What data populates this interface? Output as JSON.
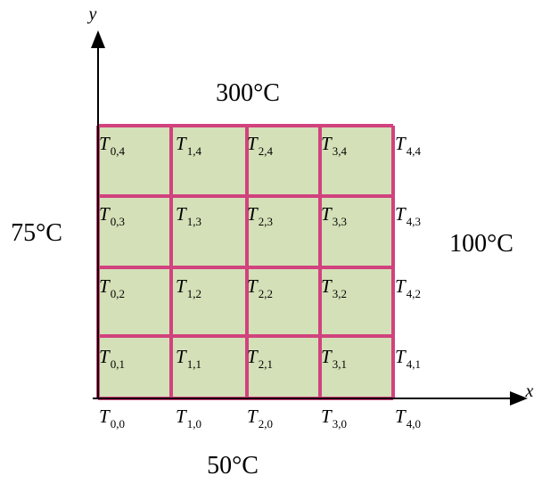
{
  "diagram": {
    "axes": {
      "x_label": "x",
      "y_label": "y"
    },
    "grid": {
      "columns": 4,
      "rows": 4,
      "fill_color": "#d4e0b7",
      "line_color": "#d1427e"
    },
    "boundaries": {
      "top": "300°C",
      "left": "75°C",
      "right": "100°C",
      "bottom": "50°C"
    },
    "nodes": [
      {
        "i": 0,
        "j": 4,
        "symbol": "T",
        "subscript": "0,4"
      },
      {
        "i": 1,
        "j": 4,
        "symbol": "T",
        "subscript": "1,4"
      },
      {
        "i": 2,
        "j": 4,
        "symbol": "T",
        "subscript": "2,4"
      },
      {
        "i": 3,
        "j": 4,
        "symbol": "T",
        "subscript": "3,4"
      },
      {
        "i": 4,
        "j": 4,
        "symbol": "T",
        "subscript": "4,4"
      },
      {
        "i": 0,
        "j": 3,
        "symbol": "T",
        "subscript": "0,3"
      },
      {
        "i": 1,
        "j": 3,
        "symbol": "T",
        "subscript": "1,3"
      },
      {
        "i": 2,
        "j": 3,
        "symbol": "T",
        "subscript": "2,3"
      },
      {
        "i": 3,
        "j": 3,
        "symbol": "T",
        "subscript": "3,3"
      },
      {
        "i": 4,
        "j": 3,
        "symbol": "T",
        "subscript": "4,3"
      },
      {
        "i": 0,
        "j": 2,
        "symbol": "T",
        "subscript": "0,2"
      },
      {
        "i": 1,
        "j": 2,
        "symbol": "T",
        "subscript": "1,2"
      },
      {
        "i": 2,
        "j": 2,
        "symbol": "T",
        "subscript": "2,2"
      },
      {
        "i": 3,
        "j": 2,
        "symbol": "T",
        "subscript": "3,2"
      },
      {
        "i": 4,
        "j": 2,
        "symbol": "T",
        "subscript": "4,2"
      },
      {
        "i": 0,
        "j": 1,
        "symbol": "T",
        "subscript": "0,1"
      },
      {
        "i": 1,
        "j": 1,
        "symbol": "T",
        "subscript": "1,1"
      },
      {
        "i": 2,
        "j": 1,
        "symbol": "T",
        "subscript": "2,1"
      },
      {
        "i": 3,
        "j": 1,
        "symbol": "T",
        "subscript": "3,1"
      },
      {
        "i": 4,
        "j": 1,
        "symbol": "T",
        "subscript": "4,1"
      },
      {
        "i": 0,
        "j": 0,
        "symbol": "T",
        "subscript": "0,0"
      },
      {
        "i": 1,
        "j": 0,
        "symbol": "T",
        "subscript": "1,0"
      },
      {
        "i": 2,
        "j": 0,
        "symbol": "T",
        "subscript": "2,0"
      },
      {
        "i": 3,
        "j": 0,
        "symbol": "T",
        "subscript": "3,0"
      },
      {
        "i": 4,
        "j": 0,
        "symbol": "T",
        "subscript": "4,0"
      }
    ]
  }
}
